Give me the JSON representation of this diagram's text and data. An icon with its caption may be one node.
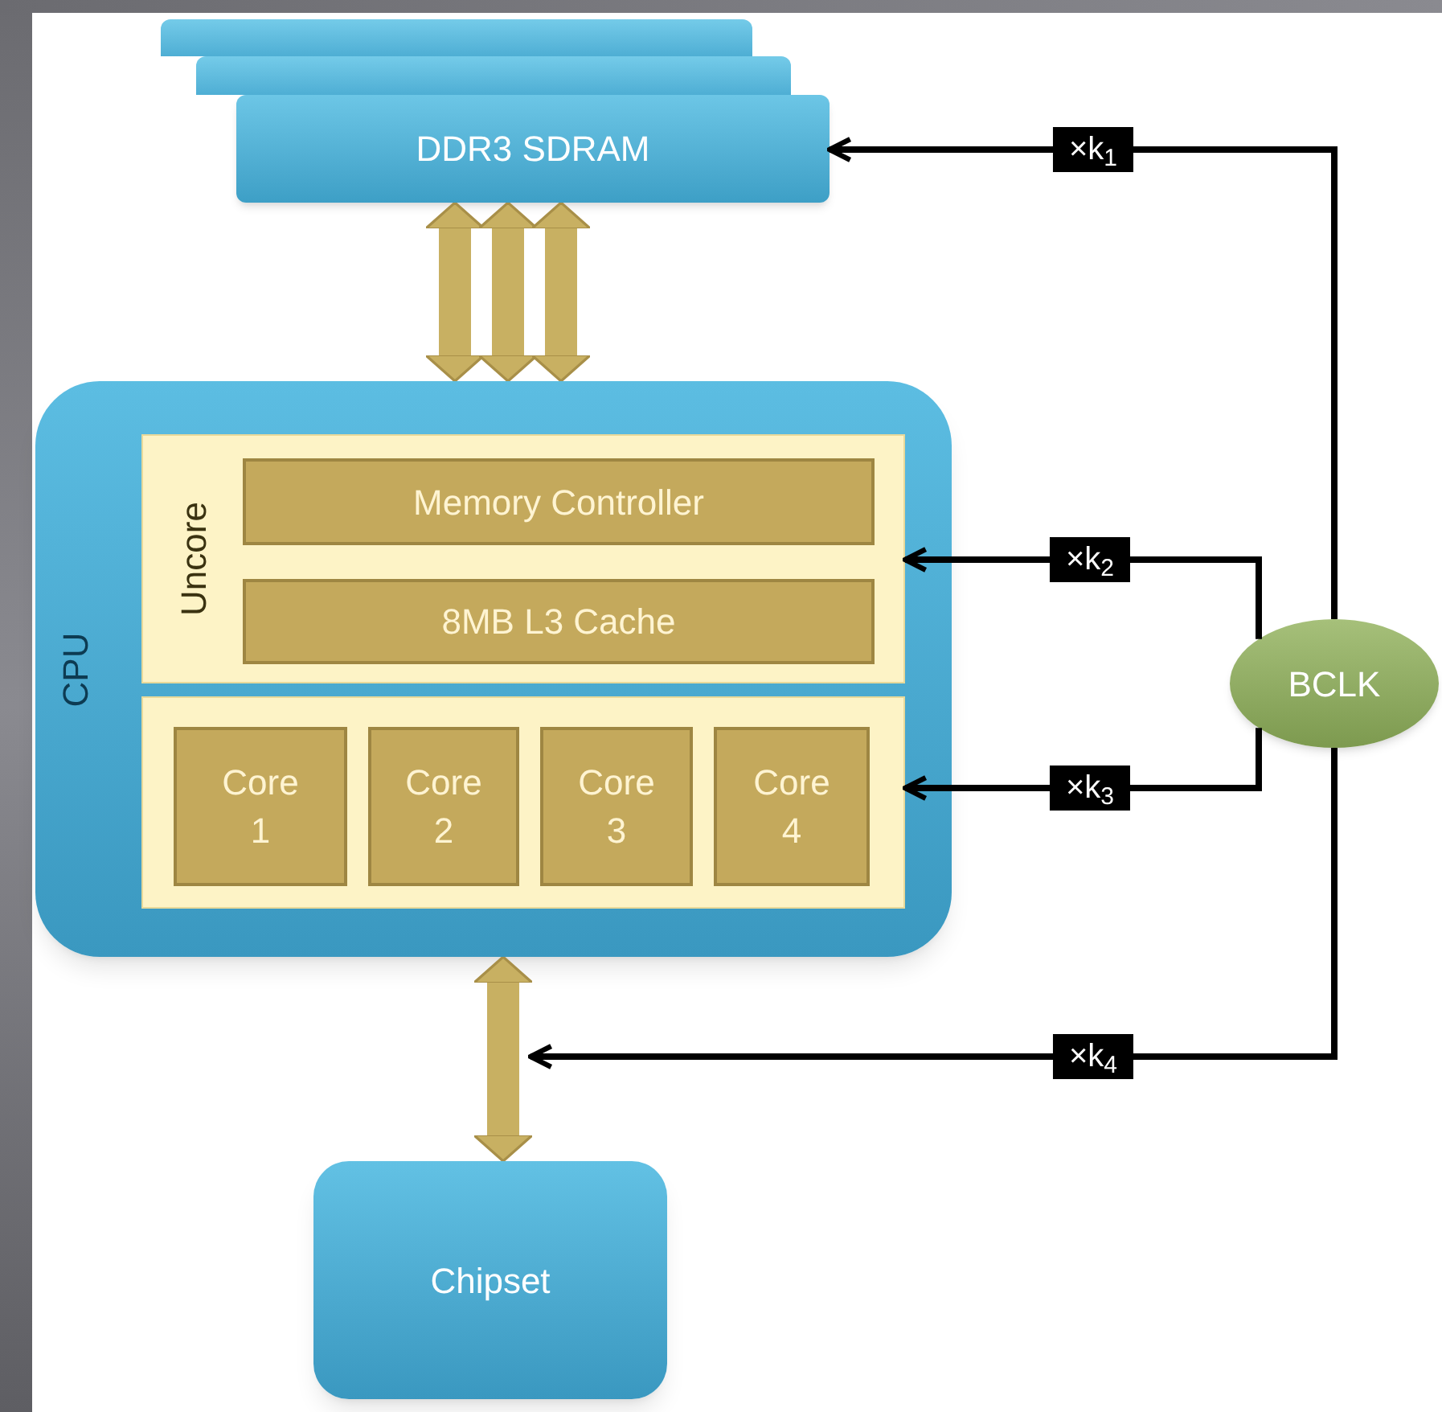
{
  "diagram": {
    "nodes": [
      {
        "text": [],
        "shape": "box"
      },
      {
        "text": [],
        "shape": "box"
      },
      {
        "text": [
          "DDR3 SDRAM"
        ]
      },
      {
        "text": [
          "CPU"
        ]
      },
      {
        "text": [
          "Uncore"
        ],
        "in": 3
      },
      {
        "text": [
          "Memory Controller"
        ],
        "in": 4
      },
      {
        "text": [
          "8MB L3 Cache"
        ],
        "in": 4
      },
      {
        "text": [],
        "shape": "box",
        "in": 3
      },
      {
        "text": [
          "Core 1"
        ],
        "in": 7
      },
      {
        "text": [
          "Core 2"
        ],
        "in": 7
      },
      {
        "text": [
          "Core 3"
        ],
        "in": 7
      },
      {
        "text": [
          "Core 4"
        ],
        "in": 7
      },
      {
        "text": [
          "BCLK"
        ]
      },
      {
        "text": [
          "Chipset"
        ]
      }
    ],
    "edges": [
      {
        "from": 12,
        "to": 2,
        "arrow": "to",
        "label": "×k$_{1}$"
      },
      {
        "from": 12,
        "to": 4,
        "arrow": "to",
        "label": "×k$_{2}$"
      },
      {
        "from": 12,
        "to": 7,
        "arrow": "to",
        "label": "×k$_{3}$"
      },
      {
        "from": 12,
        "to": null,
        "arrow": "to",
        "label": "×k$_{4}$"
      },
      {
        "from": 2,
        "to": 3,
        "arrow": "both",
        "style": "thick",
        "color": "#c8b062"
      },
      {
        "from": 2,
        "to": 3,
        "arrow": "both",
        "style": "thick",
        "color": "#c8b062"
      },
      {
        "from": 2,
        "to": 3,
        "arrow": "both",
        "style": "thick",
        "color": "#c8b062"
      },
      {
        "from": 3,
        "to": 13,
        "arrow": "both",
        "style": "thick",
        "color": "#c8b062"
      }
    ]
  }
}
